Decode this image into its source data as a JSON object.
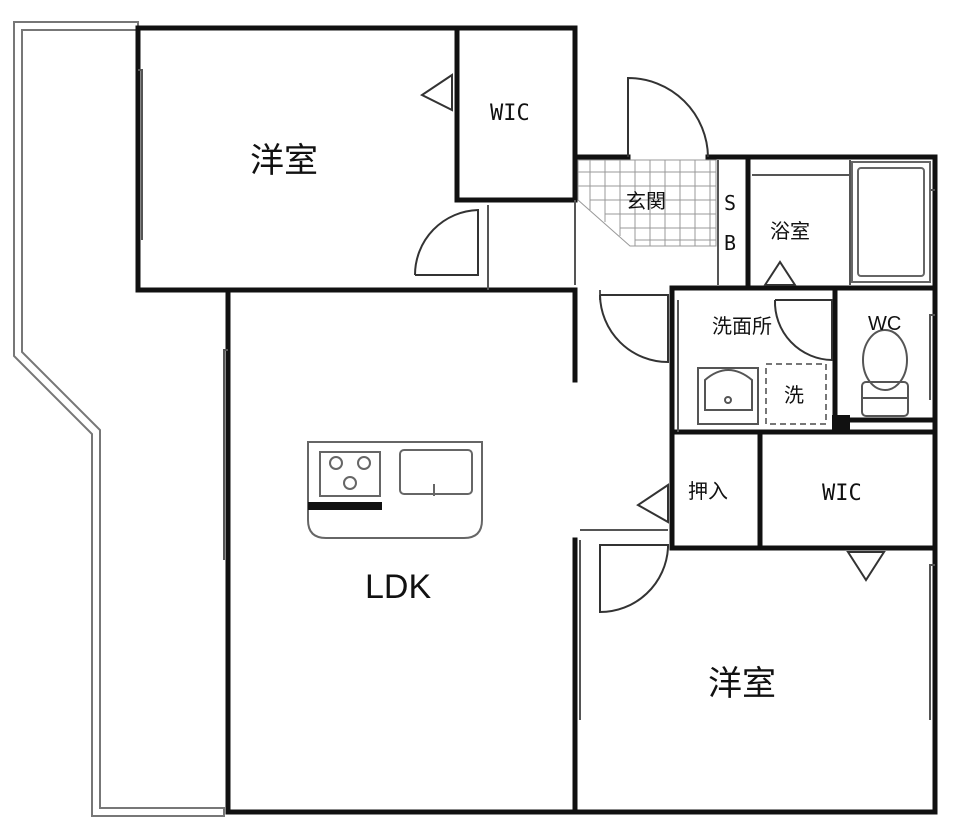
{
  "rooms": {
    "western_room_top": "洋室",
    "wic_top": "WIC",
    "entrance": "玄関",
    "shoe_box_s": "S",
    "shoe_box_b": "B",
    "bathroom": "浴室",
    "washroom": "洗面所",
    "washer": "洗",
    "toilet": "WC",
    "ldk": "LDK",
    "closet": "押入",
    "wic_right": "WIC",
    "western_room_bottom": "洋室"
  },
  "colors": {
    "wall": "#111111",
    "thin_line": "#555555",
    "fixture": "#666666",
    "balcony": "#777777"
  }
}
